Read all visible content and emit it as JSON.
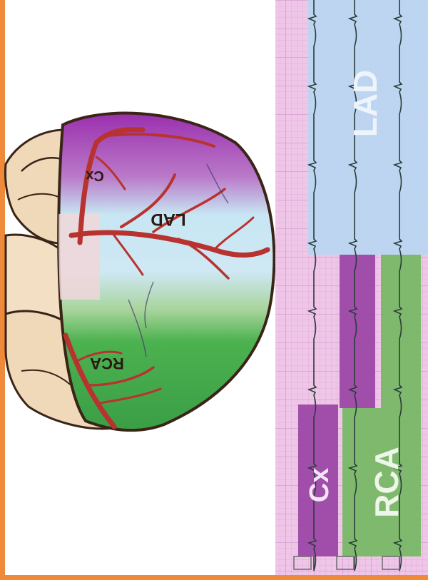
{
  "heart": {
    "labels": {
      "cx": "Cx",
      "lad": "LAD",
      "rca": "RCA"
    },
    "colors": {
      "cx": "#9b2fae",
      "lad": "#bfe3f2",
      "rca": "#3fae4a",
      "artery": "#b8322f",
      "outline": "#3a2418",
      "tissue": "#efd9b9"
    }
  },
  "ecg": {
    "labels": {
      "lad": "LAD",
      "cx": "Cx",
      "rca": "RCA"
    },
    "colors": {
      "background": "#efc6e8",
      "grid": "#d59fcf",
      "lad": "#b9d6f0",
      "cx": "#9c48a8",
      "rca": "#78b866",
      "trace": "#2a3d3a"
    }
  },
  "frame": {
    "border_color": "#ee8a3a"
  }
}
